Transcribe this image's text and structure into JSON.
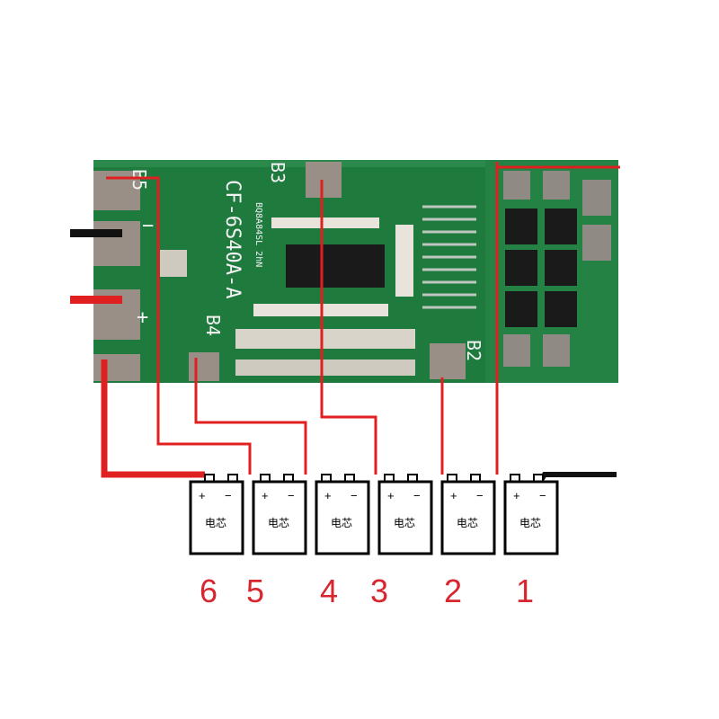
{
  "board": {
    "model_text": "CF-6S40A-A",
    "ic_text": "BQ8A84SL 2hN",
    "pad_labels": [
      "B5",
      "B3",
      "B2",
      "B4"
    ],
    "sign_minus": "−",
    "sign_plus": "+"
  },
  "cells": [
    {
      "label": "电芯",
      "plus": "+",
      "minus": "−",
      "number": "6"
    },
    {
      "label": "电芯",
      "plus": "+",
      "minus": "−",
      "number": "5"
    },
    {
      "label": "电芯",
      "plus": "+",
      "minus": "−",
      "number": "4"
    },
    {
      "label": "电芯",
      "plus": "+",
      "minus": "−",
      "number": "3"
    },
    {
      "label": "电芯",
      "plus": "+",
      "minus": "−",
      "number": "2"
    },
    {
      "label": "电芯",
      "plus": "+",
      "minus": "−",
      "number": "1"
    }
  ],
  "colors": {
    "pcb": "#1f7a3e",
    "pcb_dark": "#155c2c",
    "pad": "#9a8f86",
    "wire_red": "#e02020",
    "wire_black": "#111111",
    "number_red": "#d8262e"
  }
}
